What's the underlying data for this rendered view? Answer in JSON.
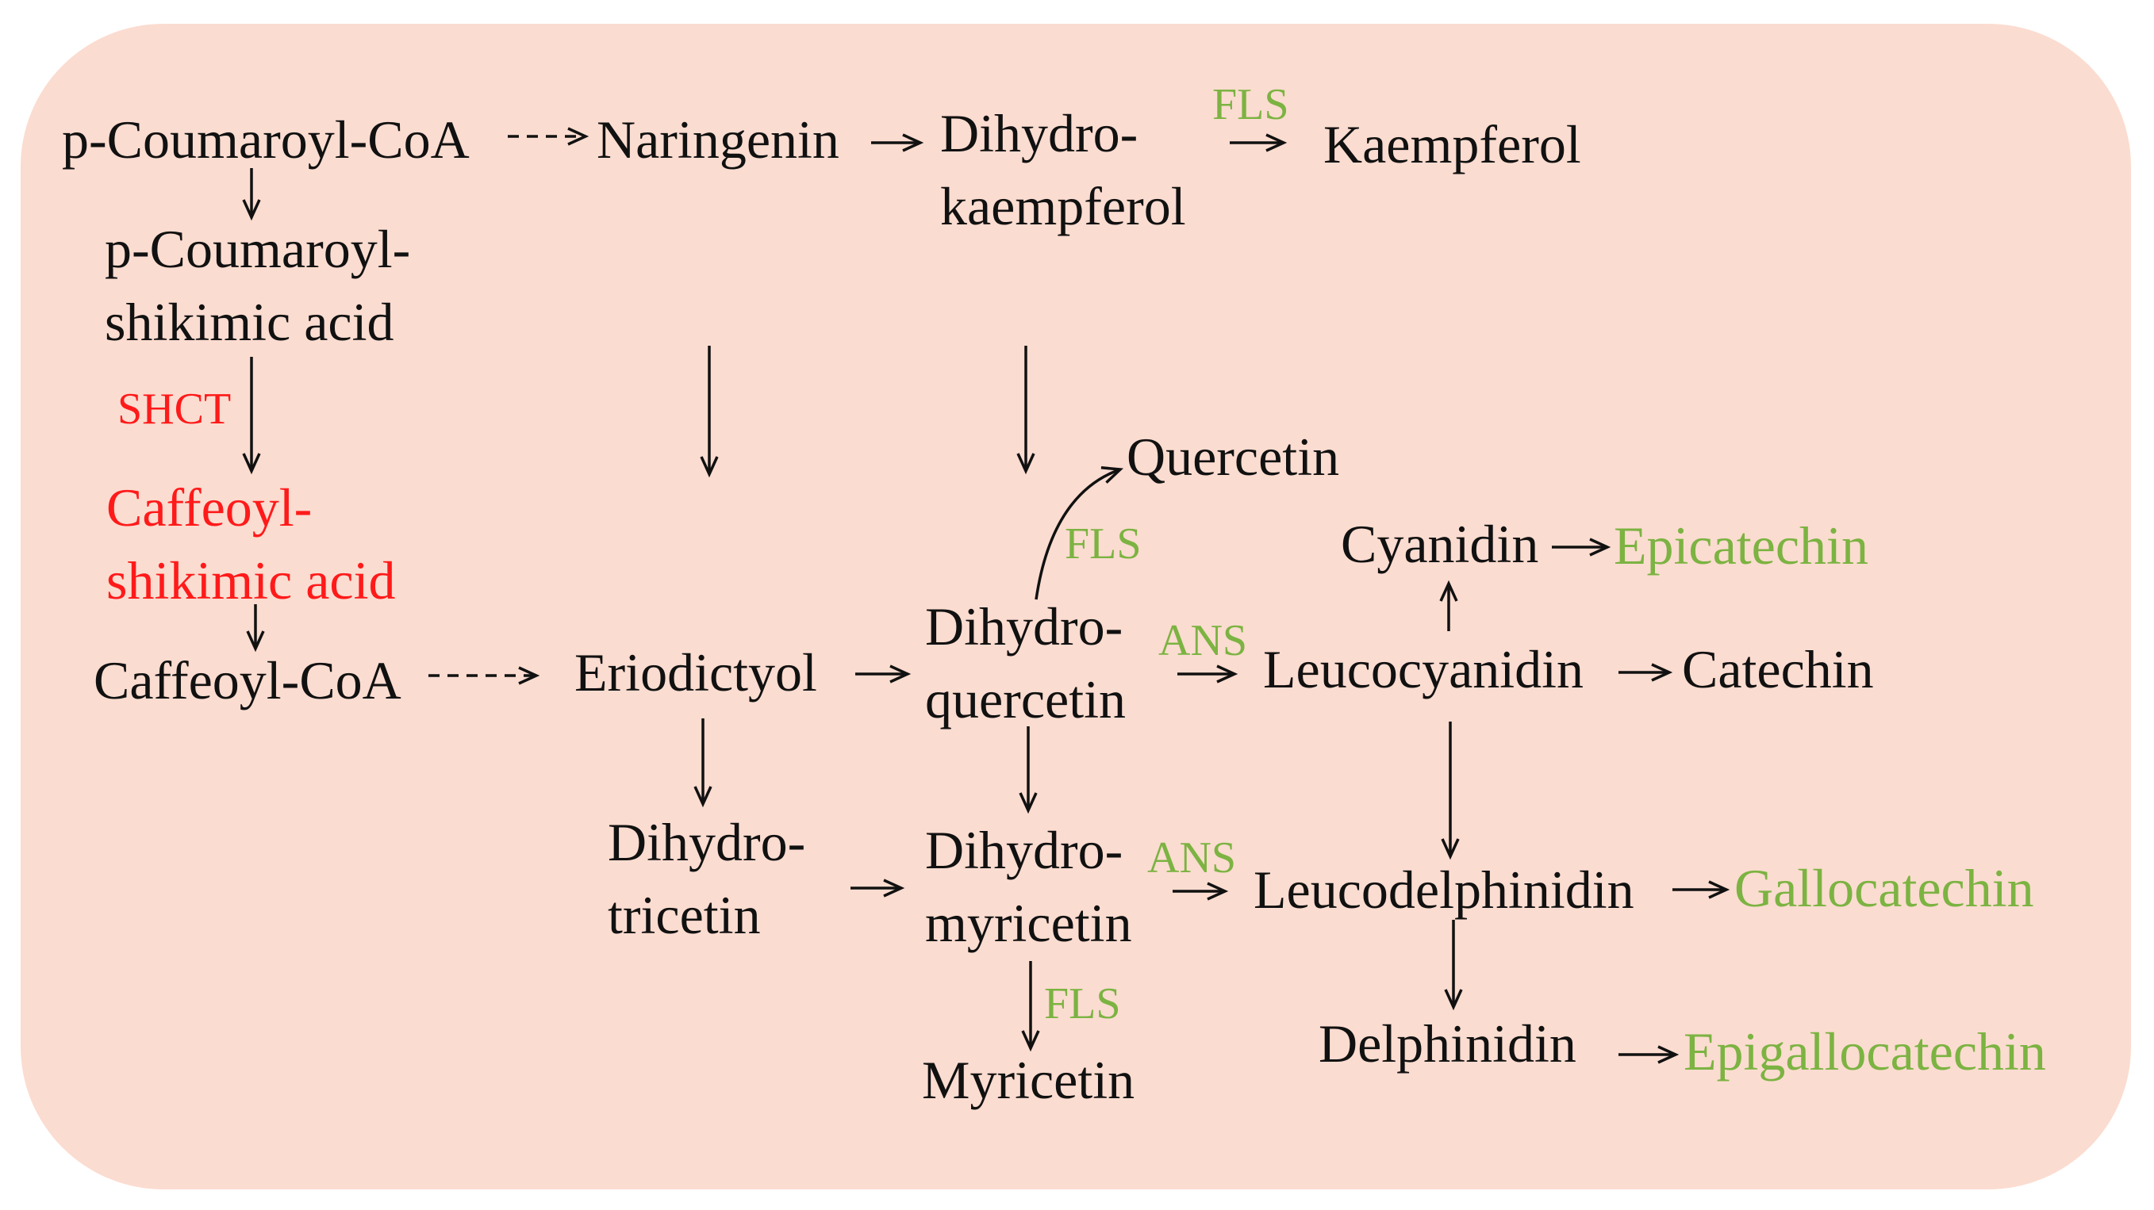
{
  "colors": {
    "background": "#fbdcd0",
    "text": "#111111",
    "highlight_red": "#ff1a1a",
    "enzyme_green": "#7cb342"
  },
  "compounds": {
    "p_coumaroyl_coa": "p-Coumaroyl-CoA",
    "naringenin": "Naringenin",
    "dihydrokaempferol": [
      "Dihydro-",
      "kaempferol"
    ],
    "kaempferol": "Kaempferol",
    "p_coumaroyl_shikimic_acid": [
      "p-Coumaroyl-",
      "shikimic acid"
    ],
    "caffeoyl_shikimic_acid": [
      "Caffeoyl-",
      "shikimic acid"
    ],
    "caffeoyl_coa": "Caffeoyl-CoA",
    "eriodictyol": "Eriodictyol",
    "dihydroquercetin": [
      "Dihydro-",
      "quercetin"
    ],
    "quercetin": "Quercetin",
    "cyanidin": "Cyanidin",
    "epicatechin": "Epicatechin",
    "leucocyanidin": "Leucocyanidin",
    "catechin": "Catechin",
    "dihydrotricetin": [
      "Dihydro-",
      "tricetin"
    ],
    "dihydromyricetin": [
      "Dihydro-",
      "myricetin"
    ],
    "leucodelphinidin": "Leucodelphinidin",
    "gallocatechin": "Gallocatechin",
    "myricetin": "Myricetin",
    "delphinidin": "Delphinidin",
    "epigallocatechin": "Epigallocatechin"
  },
  "enzymes": {
    "fls_kaempferol": "FLS",
    "shct": "SHCT",
    "fls_quercetin": "FLS",
    "ans_leucocyanidin": "ANS",
    "ans_leucodelphinidin": "ANS",
    "fls_myricetin": "FLS"
  }
}
